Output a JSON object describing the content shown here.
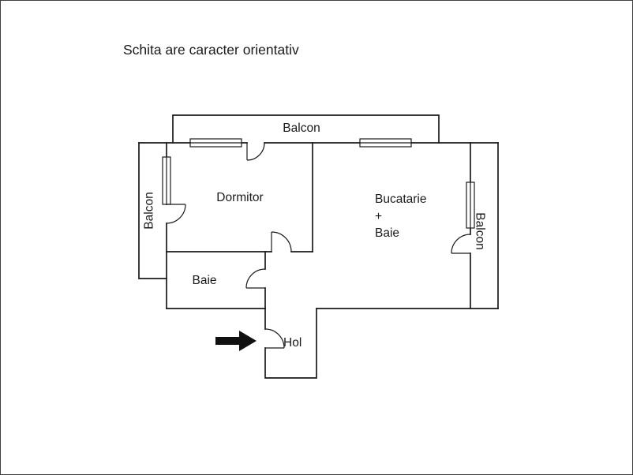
{
  "title": "Schita are caracter orientativ",
  "rooms": {
    "balcon_top": "Balcon",
    "balcon_left": "Balcon",
    "balcon_right": "Balcon",
    "dormitor": "Dormitor",
    "bucatarie_line1": "Bucatarie",
    "bucatarie_line2": "+",
    "bucatarie_line3": "Baie",
    "baie": "Baie",
    "hol": "Hol"
  },
  "colors": {
    "line": "#1a1a1a",
    "text": "#1a1a1a",
    "arrow": "#111111",
    "background": "#ffffff",
    "page_border": "#3f3f3f"
  }
}
